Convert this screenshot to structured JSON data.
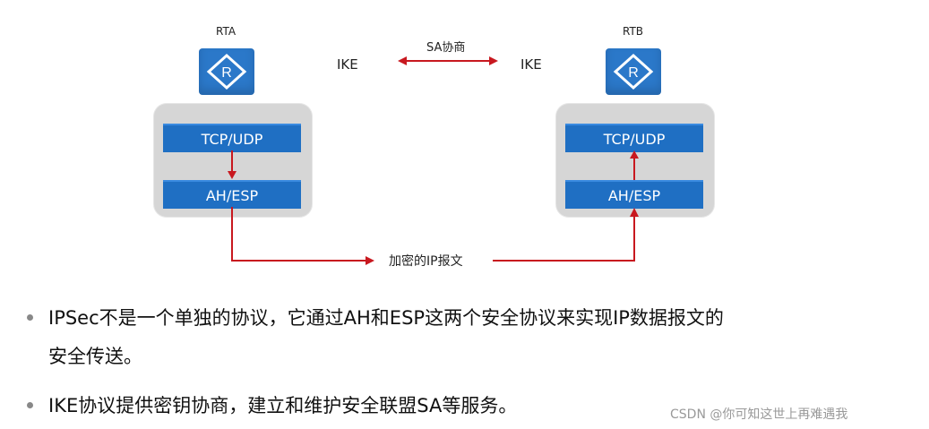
{
  "diagram": {
    "rta": "RTA",
    "rtb": "RTB",
    "ike_left": "IKE",
    "ike_right": "IKE",
    "sa_label": "SA协商",
    "left_stack": {
      "top": "TCP/UDP",
      "bottom": "AH/ESP"
    },
    "right_stack": {
      "top": "TCP/UDP",
      "bottom": "AH/ESP"
    },
    "packet_label": "加密的IP报文",
    "router_icon": "router-icon",
    "colors": {
      "layer": "#1f6fc3",
      "arrow": "#c8181f",
      "stack_bg": "#d6d6d6"
    }
  },
  "bullets": [
    {
      "line1": "IPSec不是一个单独的协议，它通过AH和ESP这两个安全协议来实现IP数据报文的",
      "line2": "安全传送。"
    },
    {
      "line1": "IKE协议提供密钥协商，建立和维护安全联盟SA等服务。"
    }
  ],
  "watermark": "CSDN @你可知这世上再难遇我"
}
